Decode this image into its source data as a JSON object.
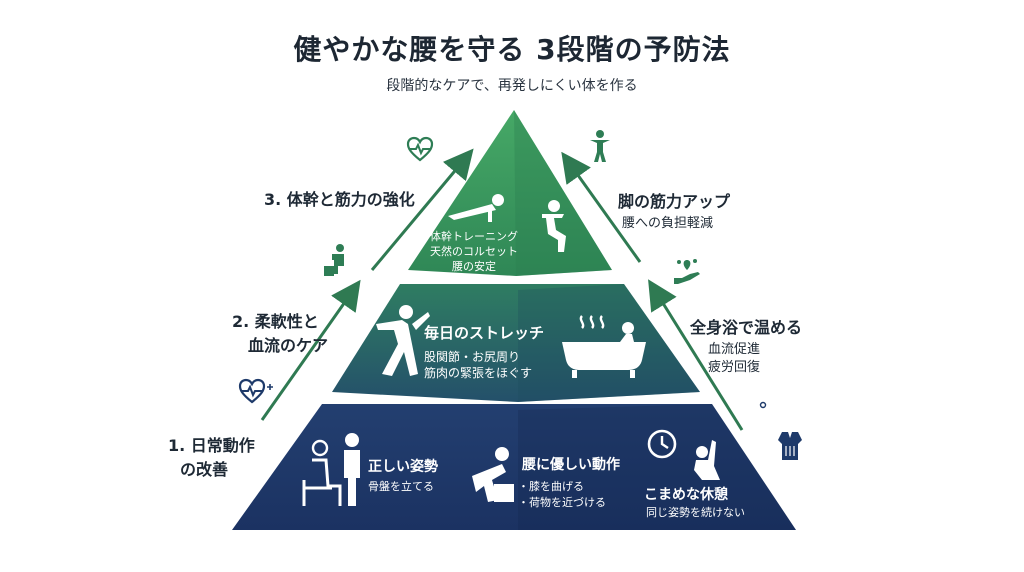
{
  "title": "健やかな腰を守る 3段階の予防法",
  "subtitle": "段階的なケアで、再発しにくい体を作る",
  "colors": {
    "top": "#3b9a5c",
    "middle": "#2a6a66",
    "bottom": "#1e3a6a",
    "arrow": "#2f7a52",
    "icon": "#2e7d55"
  },
  "levels": {
    "top": {
      "side_label": "3. 体幹と筋力の強化",
      "left_lines": [
        "体幹トレーニング",
        "天然のコルセット",
        "腰の安定"
      ],
      "right_title": "脚の筋力アップ",
      "right_sub": "腰への負担軽減"
    },
    "middle": {
      "side_label_1": "2. 柔軟性と",
      "side_label_2": "血流のケア",
      "title": "毎日のストレッチ",
      "lines": [
        "股関節・お尻周り",
        "筋肉の緊張をほぐす"
      ],
      "right_title": "全身浴で温める",
      "right_sub_1": "血流促進",
      "right_sub_2": "疲労回復"
    },
    "bottom": {
      "side_label_1": "1. 日常動作",
      "side_label_2": "の改善",
      "posture_title": "正しい姿勢",
      "posture_sub": "骨盤を立てる",
      "motion_title": "腰に優しい動作",
      "motion_lines": [
        "・膝を曲げる",
        "・荷物を近づける"
      ],
      "rest_title": "こまめな休憩",
      "rest_sub": "同じ姿勢を続けない"
    }
  }
}
